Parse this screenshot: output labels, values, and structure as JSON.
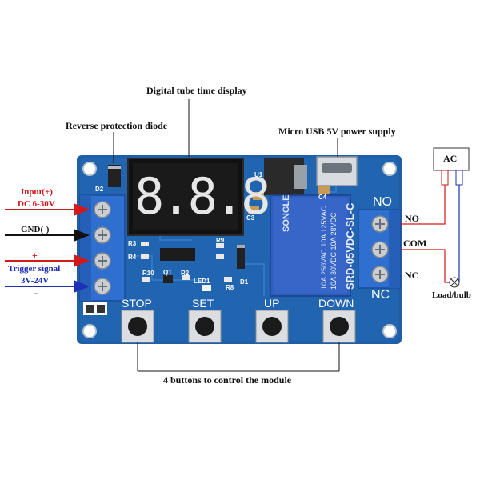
{
  "annotations": {
    "display": "Digital tube time display",
    "diode": "Reverse protection diode",
    "usb": "Micro USB 5V power supply",
    "buttons": "4 buttons to control the module",
    "input": "Input(+)",
    "dc_range": "DC 6-30V",
    "gnd": "GND(-)",
    "plus": "+",
    "trigger": "Trigger signal",
    "trigger_range": "3V-24V",
    "minus": "–",
    "no": "NO",
    "com": "COM",
    "nc": "NC",
    "ac": "AC",
    "load": "Load/bulb"
  },
  "board": {
    "display_digits": "8.8.8",
    "button_labels": [
      "STOP",
      "SET",
      "UP",
      "DOWN"
    ],
    "silk_no": "NO",
    "silk_nc": "NC",
    "relay_brand": "SONGLE",
    "relay_lines": [
      "SRD-05VDC-SL-C",
      "10A 250VAC  10A 125VAC",
      "10A 30VDC  10A 28VDC"
    ],
    "components": [
      "D2",
      "R3",
      "R4",
      "R9",
      "R10",
      "Q1",
      "R2",
      "LED1",
      "R8",
      "D1",
      "C3",
      "C4",
      "U1"
    ]
  },
  "colors": {
    "pcb": "#1f5fa8",
    "terminal": "#2e6fd0",
    "relay": "#2f5fc0",
    "wire_red": "#d21818",
    "wire_blue": "#1c2fb5",
    "wire_black": "#111111"
  }
}
